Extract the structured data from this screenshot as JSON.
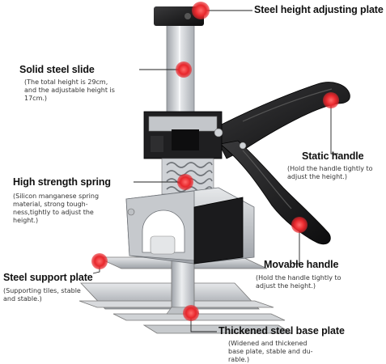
{
  "callouts": [
    {
      "title": "Steel height adjusting plate",
      "desc": ""
    },
    {
      "title": "Solid steel slide",
      "desc": "(The total height is 29cm,\nand the adjustable height is\n17cm.)"
    },
    {
      "title": "Static  handle",
      "desc": "(Hold the handle tightly to\nadjust the height.)"
    },
    {
      "title": "High strength spring",
      "desc": "(Silicon manganese spring\nmaterial, strong tough-\nness,tightly to adjust the\nheight.)"
    },
    {
      "title": "Steel support plate",
      "desc": "(Supporting tiles, stable\nand stable.)"
    },
    {
      "title": "Movable handle",
      "desc": "(Hold the handle tightly to\nadjust the height.)"
    },
    {
      "title": "Thickened steel base plate",
      "desc": "(Widened and thickened\nbase plate, stable and du-\nrable.)"
    }
  ],
  "colors": {
    "marker": "#e8262b",
    "metal": "#c9ccd1",
    "dark": "#1c1c1e",
    "line": "#222222"
  }
}
